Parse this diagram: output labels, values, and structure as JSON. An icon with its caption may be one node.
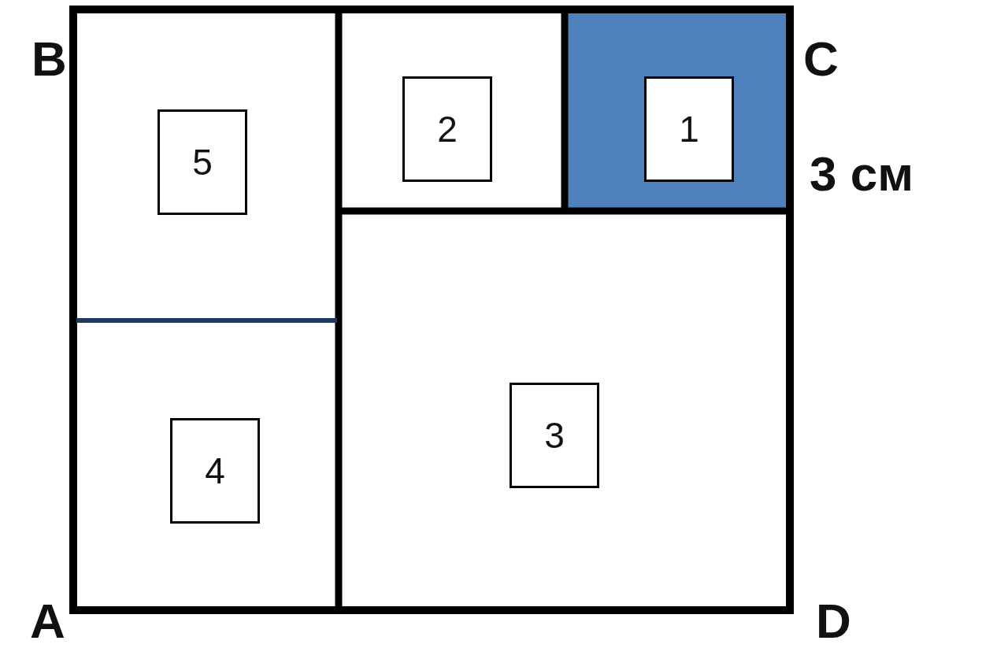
{
  "diagram": {
    "nodes": [
      {
        "text": [
          "5"
        ]
      },
      {
        "text": [
          "2"
        ]
      },
      {
        "text": [
          "1"
        ]
      },
      {
        "text": [
          "4"
        ]
      },
      {
        "text": [
          "3"
        ]
      }
    ],
    "labels": [
      "B",
      "C",
      "3 см",
      "A",
      "D"
    ]
  }
}
